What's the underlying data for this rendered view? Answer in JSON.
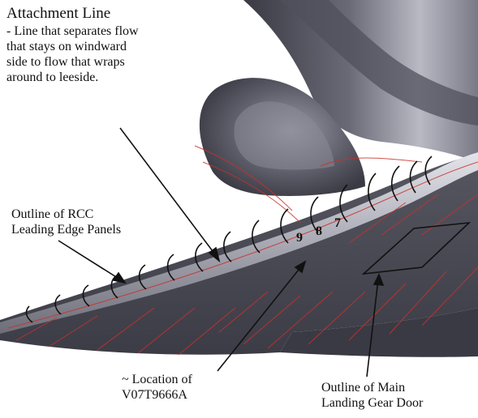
{
  "annotations": {
    "attachment_title": "Attachment Line",
    "attachment_desc": "- Line that separates flow\nthat stays on windward\nside to flow that wraps\naround to leeside.",
    "rcc_outline": "Outline of RCC\nLeading Edge Panels",
    "sensor_location": "~ Location of\nV07T9666A",
    "gear_door": "Outline of Main\nLanding Gear Door"
  },
  "panel_labels": [
    "9",
    "8",
    "7"
  ],
  "colors": {
    "background": "#ffffff",
    "wing_surface": "#4a4a55",
    "leading_edge": "#b8b8c2",
    "streamline": "#c8322a",
    "outline": "#111111"
  }
}
